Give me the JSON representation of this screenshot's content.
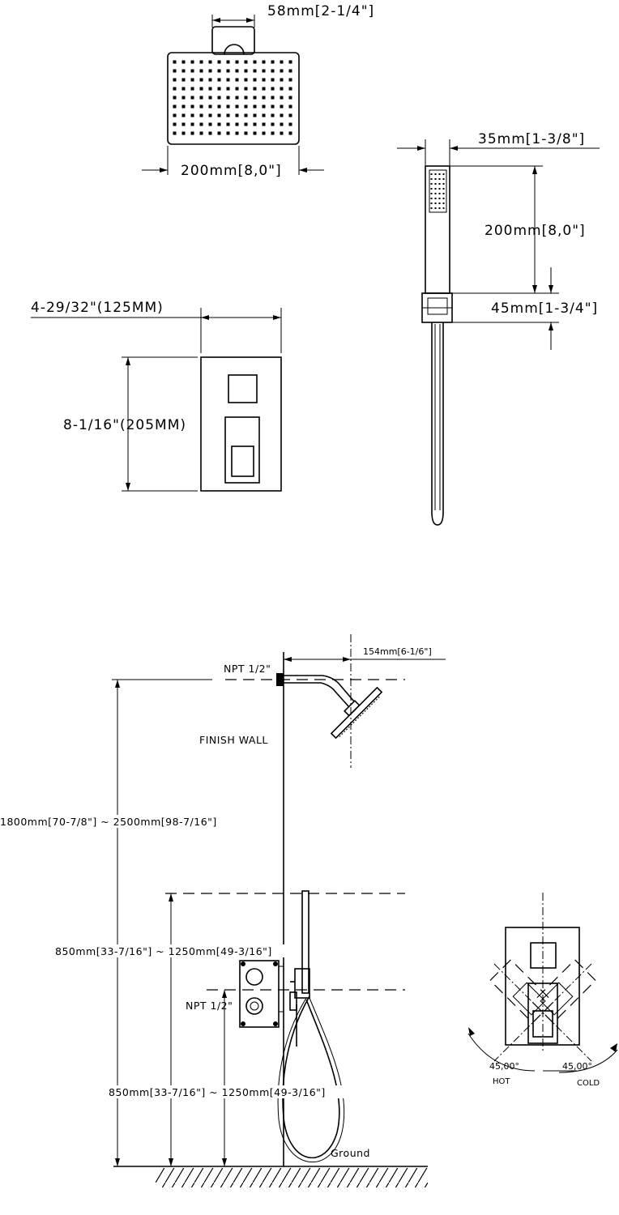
{
  "showerhead_top": {
    "width_label": "200mm[8,0\"]",
    "arm_label": "58mm[2-1/4\"]"
  },
  "handheld": {
    "width_label": "35mm[1-3/8\"]",
    "height_label": "200mm[8,0\"]",
    "holder_label": "45mm[1-3/4\"]"
  },
  "valve_trim": {
    "width_label": "4-29/32\"(125MM)",
    "height_label": "8-1/16\"(205MM)"
  },
  "installation": {
    "npt_top_label": "NPT 1/2\"",
    "arm_reach_label": "154mm[6-1/6\"]",
    "finish_wall_label": "FINISH WALL",
    "head_height_label": "1800mm[70-7/8\"] ~ 2500mm[98-7/16\"]",
    "holder_height_label": "850mm[33-7/16\"] ~ 1250mm[49-3/16\"]",
    "npt_valve_label": "NPT 1/2\"",
    "valve_height_label": "850mm[33-7/16\"] ~ 1250mm[49-3/16\"]",
    "ground_label": "Ground"
  },
  "handle_rotation": {
    "hot_angle_label": "45,00°",
    "hot_label": "HOT",
    "cold_angle_label": "45,00°",
    "cold_label": "COLD"
  }
}
